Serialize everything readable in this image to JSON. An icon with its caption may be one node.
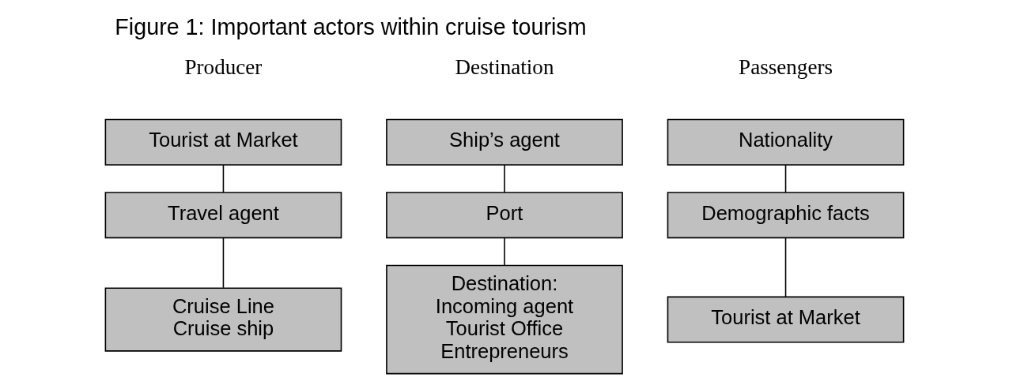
{
  "diagram": {
    "title": "Figure 1: Important actors within cruise tourism",
    "nodes": [
      {
        "text": [
          "Tourist at Market"
        ]
      },
      {
        "text": [
          "Travel agent"
        ]
      },
      {
        "text": [
          "Cruise Line Cruise ship"
        ]
      },
      {
        "text": [
          "Ship’s agent"
        ]
      },
      {
        "text": [
          "Port"
        ]
      },
      {
        "text": [
          "Destination: Incoming agent Tourist Office Entrepreneurs"
        ]
      },
      {
        "text": [
          "Nationality"
        ]
      },
      {
        "text": [
          "Demographic facts"
        ]
      },
      {
        "text": [
          "Tourist at Market"
        ]
      }
    ],
    "edges": [
      {
        "from": 0,
        "to": 1,
        "arrow": "none"
      },
      {
        "from": 1,
        "to": 2,
        "arrow": "none"
      },
      {
        "from": 3,
        "to": 4,
        "arrow": "none"
      },
      {
        "from": 4,
        "to": 5,
        "arrow": "none"
      },
      {
        "from": 6,
        "to": 7,
        "arrow": "none"
      },
      {
        "from": 7,
        "to": 8,
        "arrow": "none"
      }
    ],
    "labels": [
      "Producer",
      "Destination",
      "Passengers"
    ]
  }
}
